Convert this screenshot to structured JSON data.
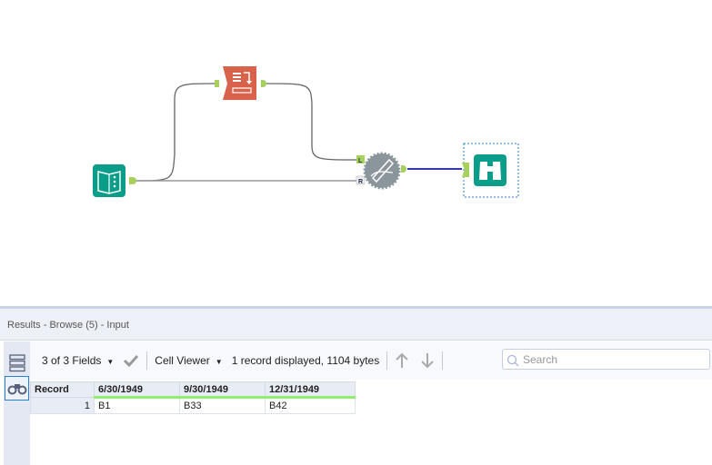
{
  "panel": {
    "title": "Results - Browse (5) - Input"
  },
  "toolbar": {
    "fields": "3 of 3 Fields",
    "viewer": "Cell Viewer",
    "status": "1 record displayed, 1104 bytes",
    "search_placeholder": "Search"
  },
  "workflow": {
    "join_left_label": "L",
    "join_right_label": "R",
    "tools": [
      "input-data",
      "cross-tab",
      "join",
      "browse"
    ]
  },
  "colors": {
    "input": "#0a9d8a",
    "crosstab": "#d9634a",
    "join": "#8a969b",
    "browse": "#0a9d8a",
    "anchor": "#a7d15a",
    "selected_connection": "#3333dd"
  },
  "table": {
    "headers": [
      "Record",
      "6/30/1949",
      "9/30/1949",
      "12/31/1949"
    ],
    "rows": [
      [
        "1",
        "B1",
        "B33",
        "B42"
      ]
    ]
  }
}
